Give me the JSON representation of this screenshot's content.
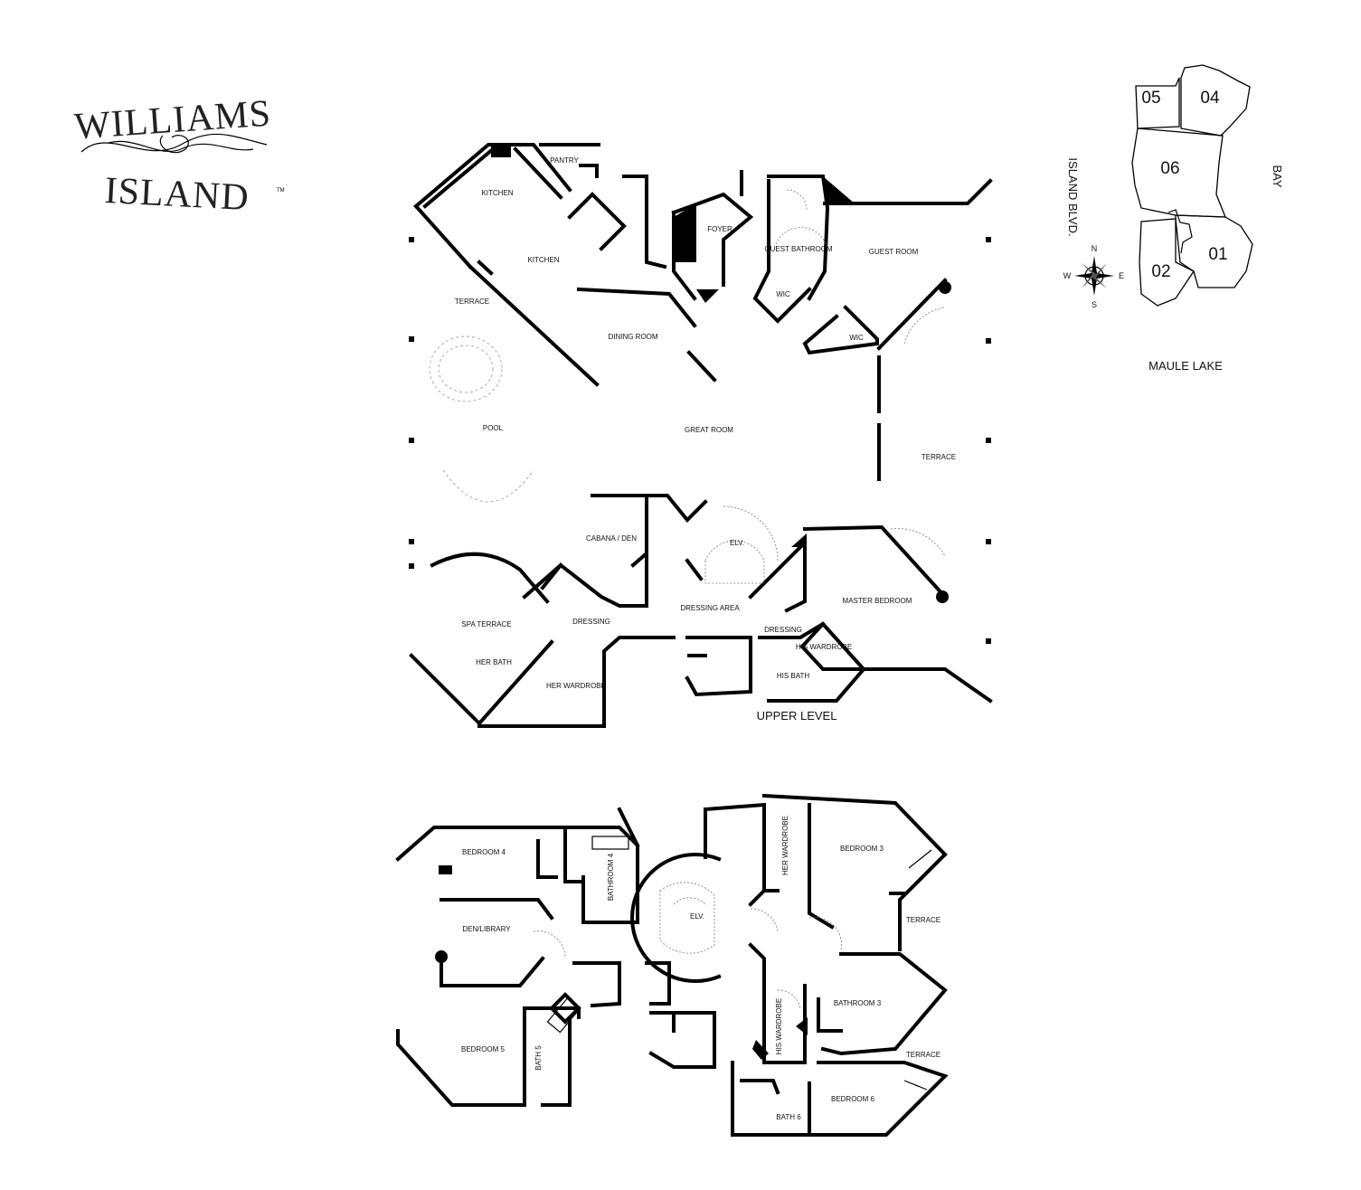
{
  "logo": {
    "line1": "WILLIAMS",
    "line2": "ISLAND",
    "mark": "TM"
  },
  "key_plan": {
    "units": [
      "05",
      "04",
      "06",
      "01",
      "02"
    ],
    "roads": {
      "west": "ISLAND BLVD.",
      "east": "BAY",
      "south": "MAULE LAKE"
    },
    "compass": {
      "n": "N",
      "s": "S",
      "e": "E",
      "w": "W"
    }
  },
  "upper_level": {
    "title": "UPPER LEVEL",
    "rooms": {
      "pantry": "PANTRY",
      "kitchen_top": "KITCHEN",
      "kitchen": "KITCHEN",
      "foyer": "FOYER",
      "guest_bathroom": "GUEST BATHROOM",
      "guest_room": "GUEST ROOM",
      "terrace_w": "TERRACE",
      "wic_1": "WIC",
      "wic_2": "WIC",
      "dining_room": "DINING ROOM",
      "pool": "POOL",
      "great_room": "GREAT ROOM",
      "terrace_e": "TERRACE",
      "cabana_den": "CABANA / DEN",
      "elevator": "ELV.",
      "master_bedroom": "MASTER BEDROOM",
      "dressing_area": "DRESSING AREA",
      "dressing_w": "DRESSING",
      "dressing_e": "DRESSING",
      "spa_terrace": "SPA TERRACE",
      "his_wardrobe": "HIS WARDROBE",
      "her_bath": "HER BATH",
      "his_bath": "HIS BATH",
      "her_wardrobe": "HER WARDROBE"
    }
  },
  "lower_level": {
    "rooms": {
      "bedroom4": "BEDROOM 4",
      "bathroom4": "BATHROOM 4",
      "her_wardrobe": "HER WARDROBE",
      "bedroom3": "BEDROOM 3",
      "elevator": "ELV.",
      "den_library": "DEN/LIBRARY",
      "terrace_1": "TERRACE",
      "bathroom3": "BATHROOM 3",
      "his_wardrobe": "HIS WARDROBE",
      "bedroom5": "BEDROOM 5",
      "bath5": "BATH 5",
      "terrace_2": "TERRACE",
      "bedroom6": "BEDROOM 6",
      "bath6": "BATH 6"
    }
  }
}
